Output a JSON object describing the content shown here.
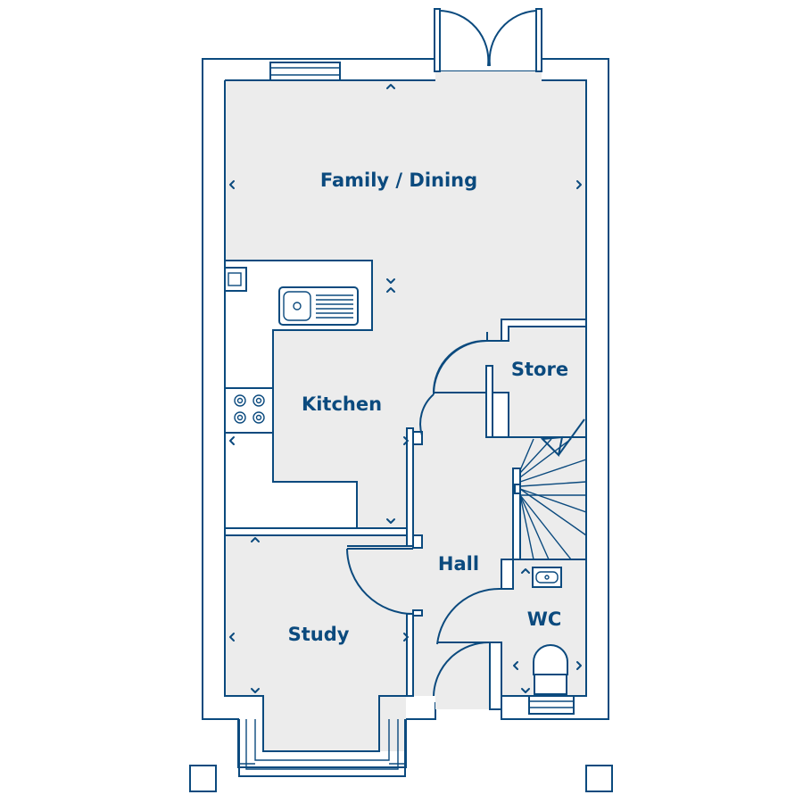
{
  "rooms": {
    "family_dining": "Family / Dining",
    "kitchen": "Kitchen",
    "store": "Store",
    "hall": "Hall",
    "study": "Study",
    "wc": "WC"
  },
  "colors": {
    "line": "#0b4a7e",
    "floor": "#ececec",
    "background": "#ffffff"
  }
}
